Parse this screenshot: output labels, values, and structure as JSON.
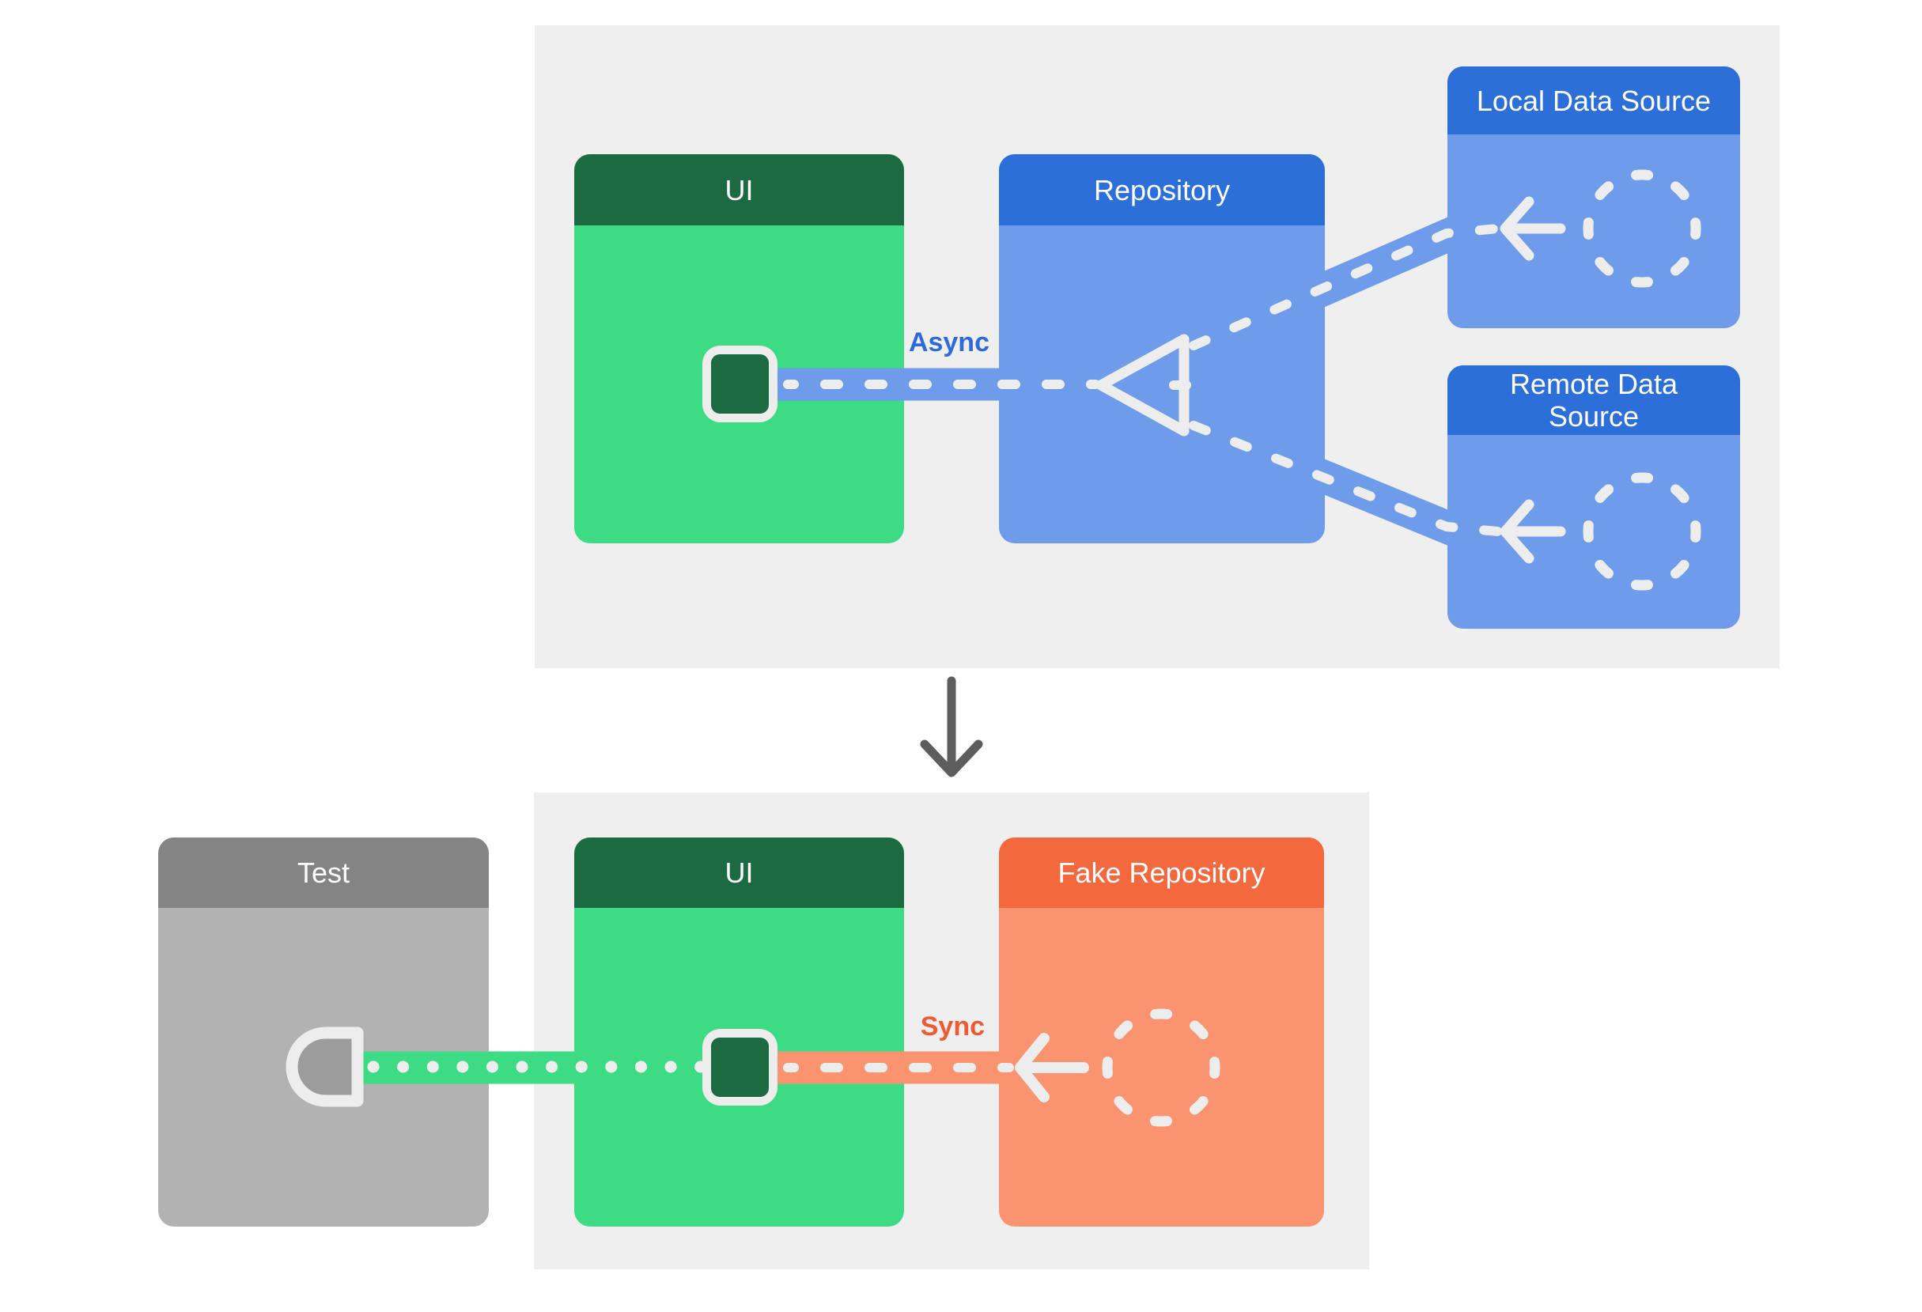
{
  "top_panel": {
    "ui": {
      "title": "UI"
    },
    "repository": {
      "title": "Repository"
    },
    "local_data_source": {
      "title": "Local Data Source"
    },
    "remote_data_source": {
      "title": "Remote Data Source"
    },
    "connection_label": "Async"
  },
  "bottom_panel": {
    "test": {
      "title": "Test"
    },
    "ui": {
      "title": "UI"
    },
    "fake_repository": {
      "title": "Fake Repository"
    },
    "connection_label": "Sync"
  },
  "icons": {
    "repository_input": "triangle-left-icon",
    "data_source": "dashed-circle-icon",
    "data_flow": "arrow-left-icon",
    "ui_connector": "plug-square-icon",
    "test_connector": "socket-d-icon",
    "panel_transition": "down-arrow-icon"
  },
  "colors": {
    "panel_bg": "#efefef",
    "green_header": "#1c6b40",
    "green_body": "#3ddc84",
    "blue_header": "#2c6fd8",
    "blue_body": "#6f9cea",
    "orange_header": "#f3683c",
    "orange_body": "#f99370",
    "gray_header": "#848484",
    "gray_body": "#b2b2b2",
    "line_white": "#ededed",
    "async_label": "#2e6ad8",
    "sync_label": "#ee5b32",
    "down_arrow": "#5d5d5d"
  }
}
